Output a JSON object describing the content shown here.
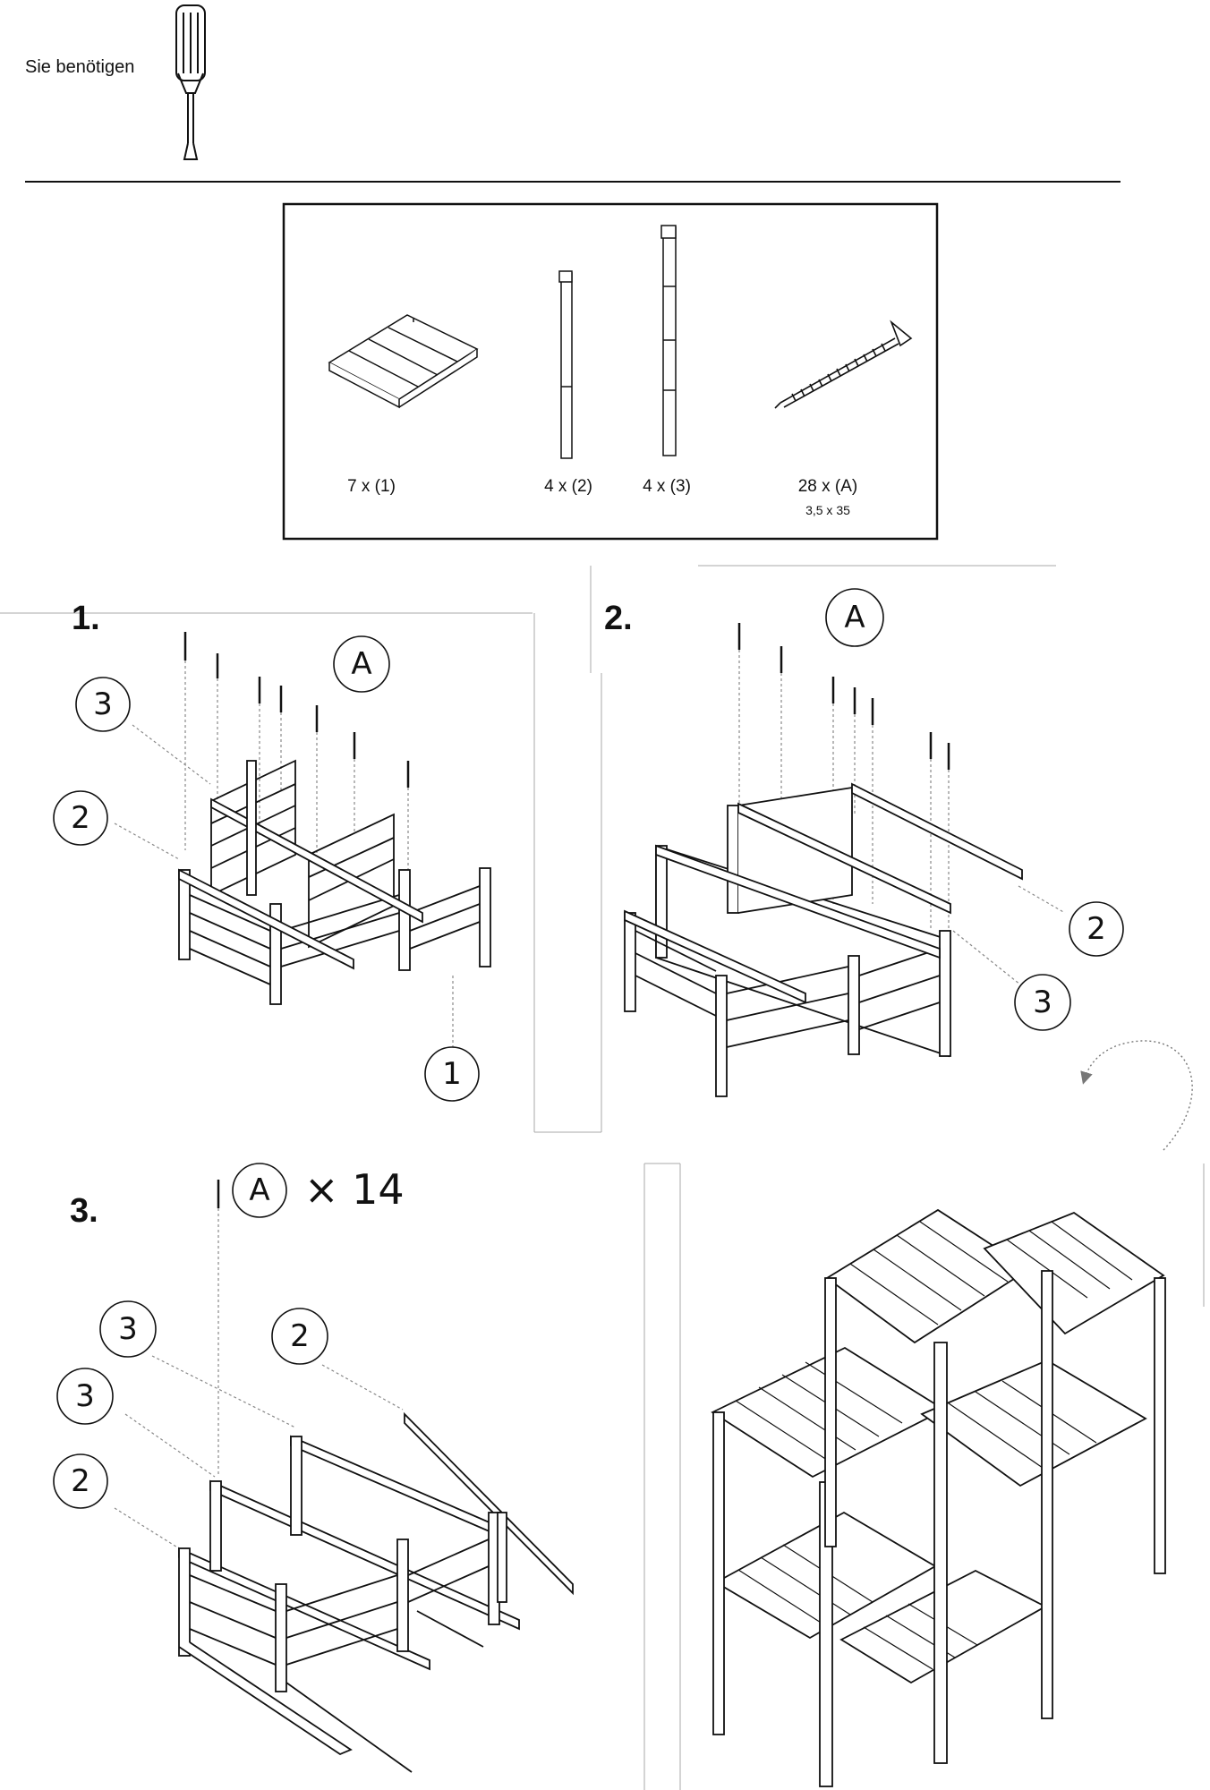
{
  "header": {
    "needs_label": "Sie benötigen",
    "tool_icon": "screwdriver-icon"
  },
  "parts": [
    {
      "qty_label": "7 x (1)",
      "icon": "shelf-panel-icon"
    },
    {
      "qty_label": "4 x (2)",
      "icon": "short-post-icon"
    },
    {
      "qty_label": "4 x (3)",
      "icon": "long-post-icon"
    },
    {
      "qty_label": "28 x (A)",
      "sub_label": "3,5 x 35",
      "icon": "screw-icon"
    }
  ],
  "steps": [
    {
      "number": "1.",
      "callouts": [
        "3",
        "2",
        "1"
      ],
      "screw_label": "A"
    },
    {
      "number": "2.",
      "callouts": [
        "2",
        "3"
      ],
      "screw_label": "A"
    },
    {
      "number": "3.",
      "callouts": [
        "3",
        "2",
        "3",
        "2"
      ],
      "screw_label": "A",
      "multiplier": "× 14"
    }
  ]
}
